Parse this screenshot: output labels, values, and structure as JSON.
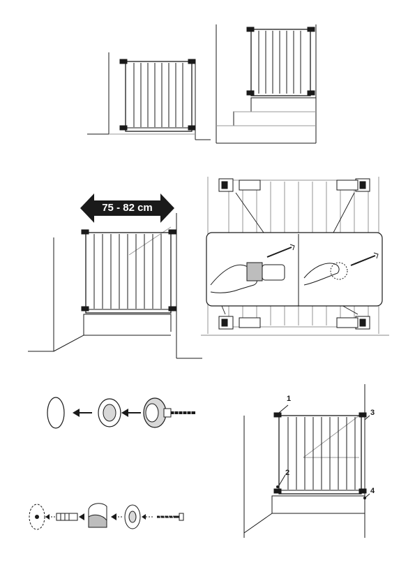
{
  "width_badge": {
    "text": "75 - 82 cm",
    "fill": "#1a1a1a",
    "text_color": "#ffffff"
  },
  "callouts": [
    "1",
    "2",
    "3",
    "4"
  ],
  "palette": {
    "ink": "#1a1a1a",
    "grey": "#777777",
    "light": "#bdbdbd",
    "shade": "#d8d8d8"
  },
  "icons": [
    "arrow-left-icon",
    "wall-disc-icon",
    "adhesive-pad-icon",
    "spindle-screw-icon",
    "drill-hole-icon",
    "wall-plug-icon",
    "wall-cup-icon",
    "screw-icon"
  ]
}
